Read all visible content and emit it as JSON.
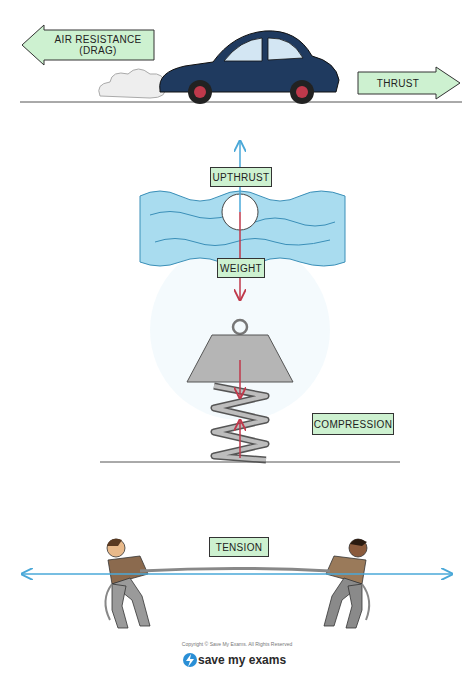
{
  "diagram": {
    "nodes": [
      {
        "text": [
          "AIR RESISTANCE (DRAG)"
        ]
      },
      {
        "text": [
          "THRUST"
        ]
      },
      {
        "text": [
          "UPTHRUST"
        ]
      },
      {
        "text": [
          "WEIGHT"
        ]
      },
      {
        "text": [
          "COMPRESSION"
        ]
      },
      {
        "text": [
          "TENSION"
        ]
      }
    ],
    "labels": [
      "Copyright © Save My Exams. All Rights Reserved",
      "save my exams"
    ]
  }
}
